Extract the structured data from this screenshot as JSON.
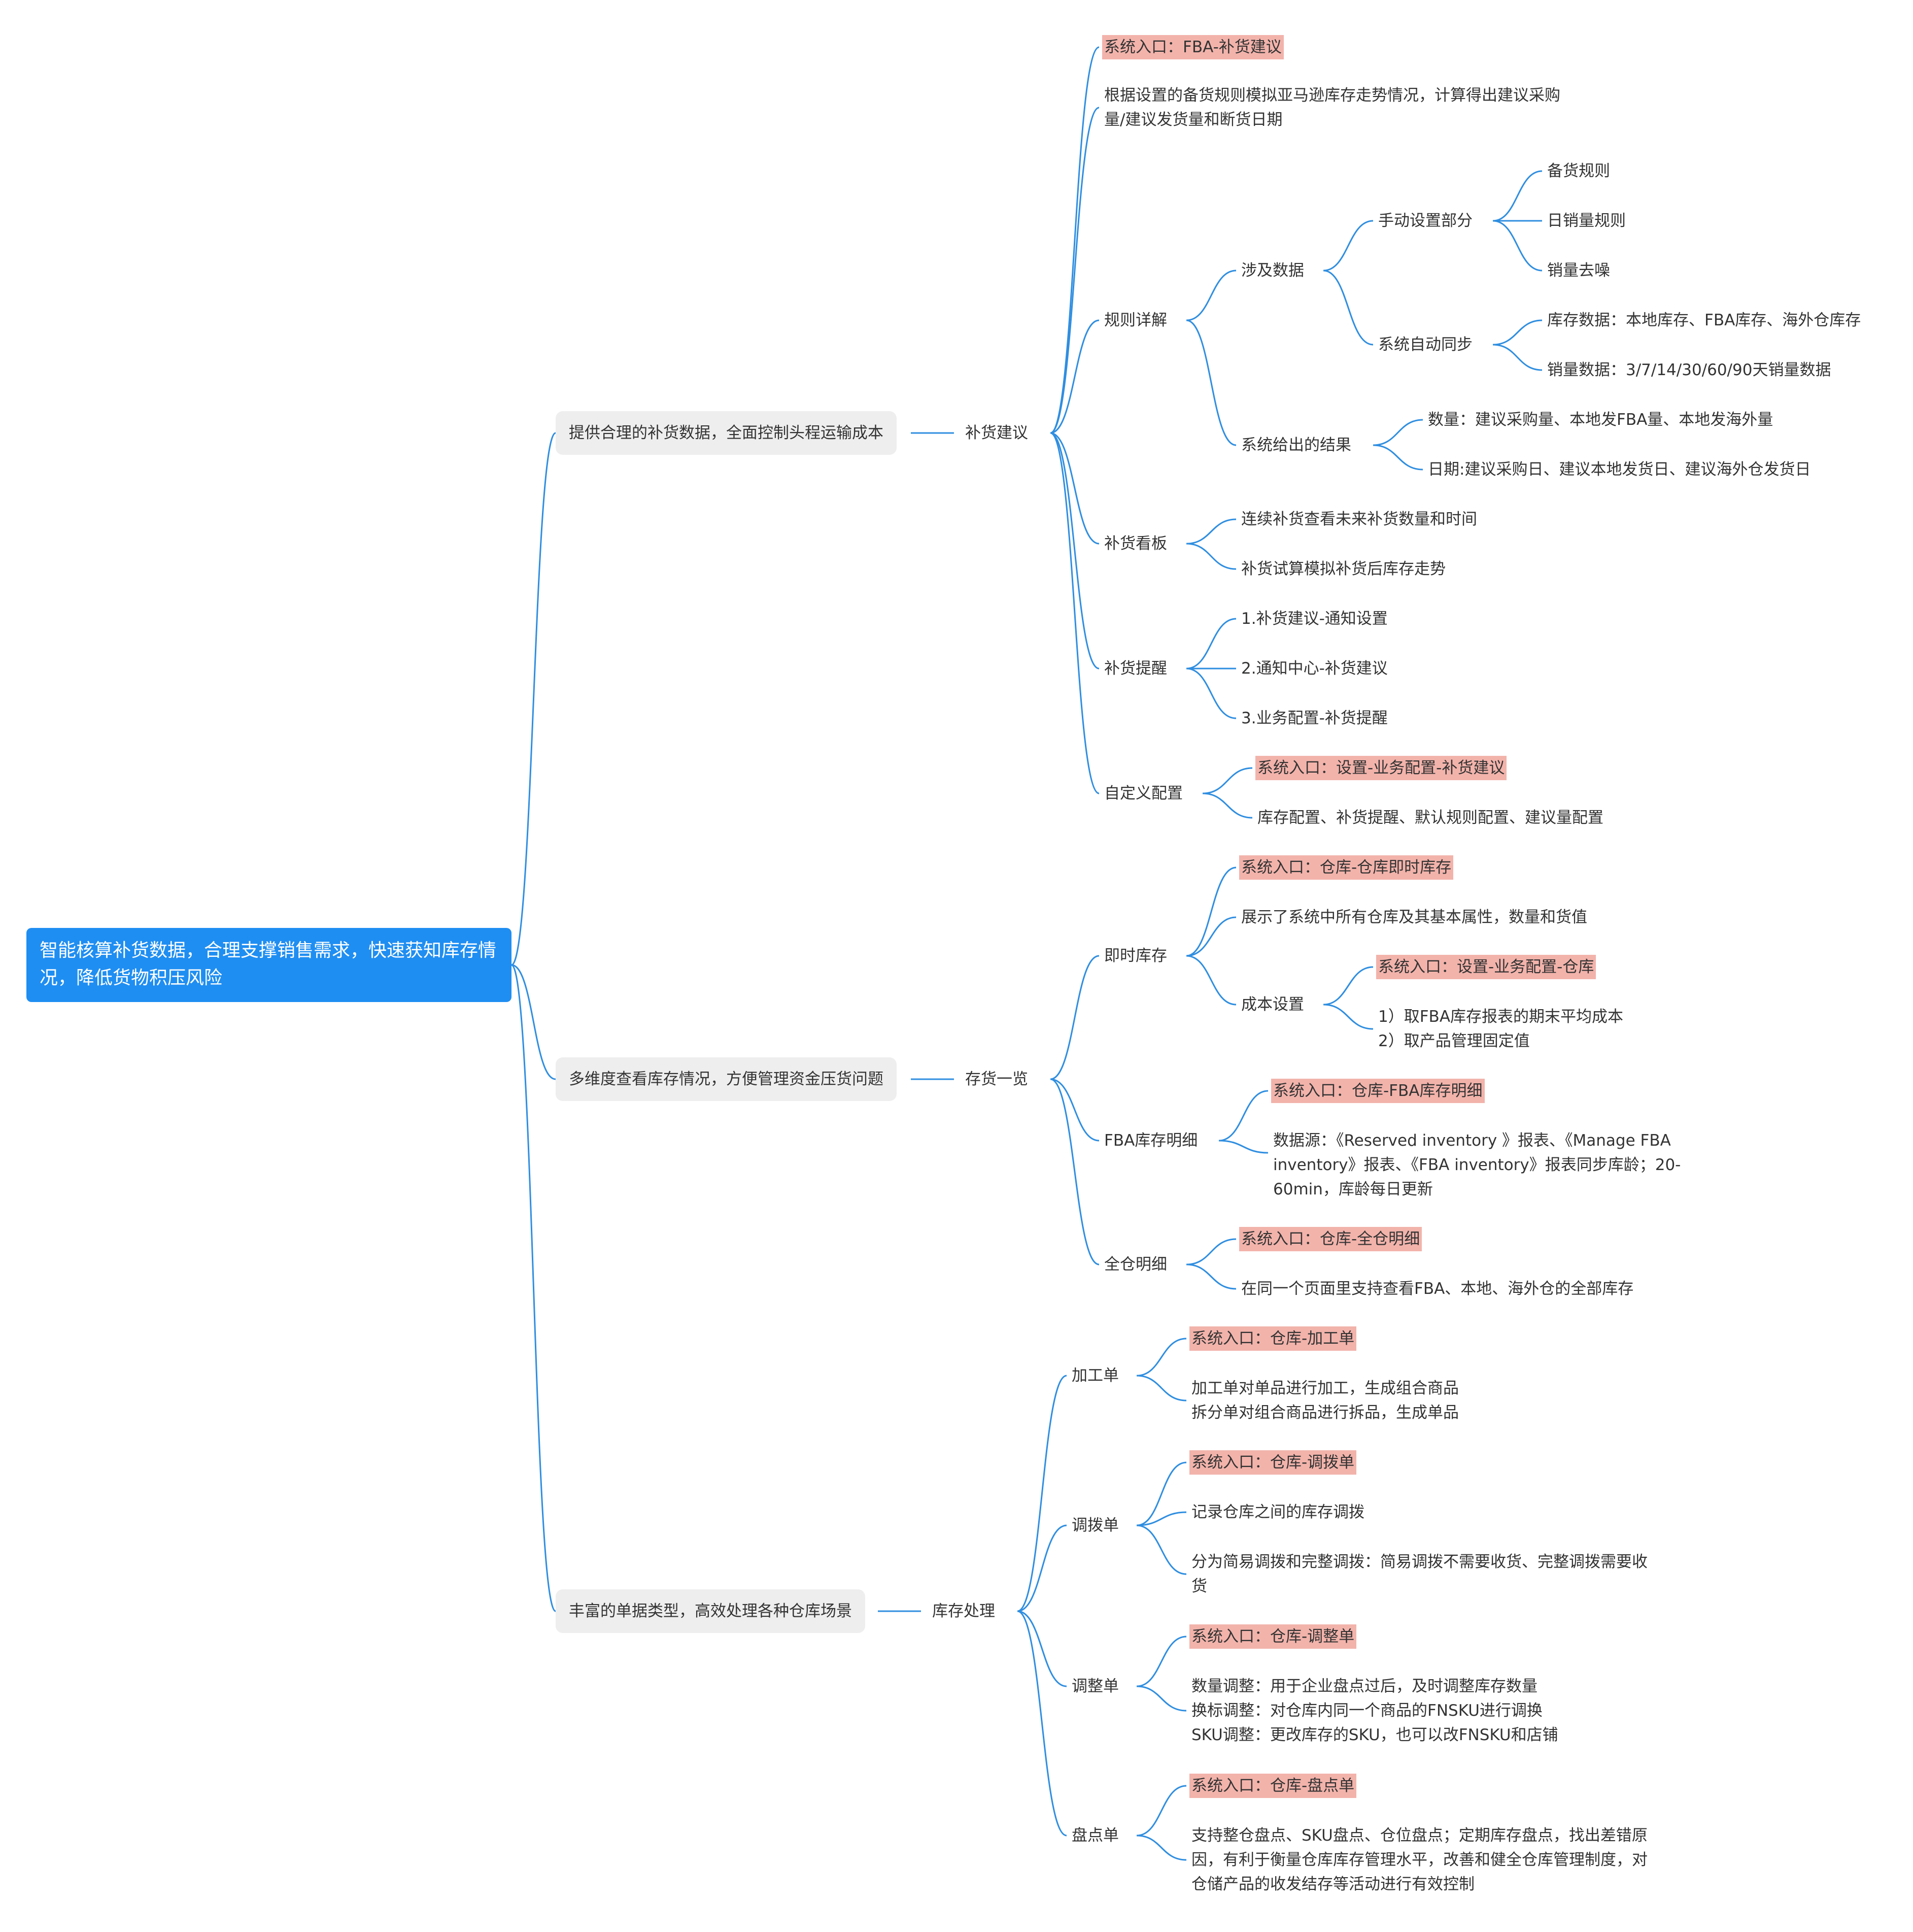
{
  "colors": {
    "line": "#2f8ee0",
    "root_fill": "#1f8ef2",
    "highlight": "#f2b3ab",
    "section_fill": "#eeeeee"
  },
  "root": "智能核算补货数据，合理支撑销售需求，快速获知库存情况，降低货物积压风险",
  "sections": [
    {
      "label": "提供合理的补货数据，全面控制头程运输成本",
      "topic": "补货建议",
      "children": [
        {
          "label": "系统入口：FBA-补货建议"
        },
        {
          "label": "根据设置的备货规则模拟亚马逊库存走势情况，计算得出建议采购量/建议发货量和断货日期"
        },
        {
          "label": "规则详解",
          "children": [
            {
              "label": "涉及数据",
              "children": [
                {
                  "label": "手动设置部分",
                  "children": [
                    "备货规则",
                    "日销量规则",
                    "销量去噪"
                  ]
                },
                {
                  "label": "系统自动同步",
                  "children": [
                    "库存数据：本地库存、FBA库存、海外仓库存",
                    "销量数据：3/7/14/30/60/90天销量数据"
                  ]
                }
              ]
            },
            {
              "label": "系统给出的结果",
              "children": [
                "数量：建议采购量、本地发FBA量、本地发海外量",
                "日期:建议采购日、建议本地发货日、建议海外仓发货日"
              ]
            }
          ]
        },
        {
          "label": "补货看板",
          "children": [
            "连续补货查看未来补货数量和时间",
            "补货试算模拟补货后库存走势"
          ]
        },
        {
          "label": "补货提醒",
          "children": [
            "1.补货建议-通知设置",
            "2.通知中心-补货建议",
            "3.业务配置-补货提醒"
          ]
        },
        {
          "label": "自定义配置",
          "children": [
            "系统入口：设置-业务配置-补货建议",
            "库存配置、补货提醒、默认规则配置、建议量配置"
          ]
        }
      ]
    },
    {
      "label": "多维度查看库存情况，方便管理资金压货问题",
      "topic": "存货一览",
      "children": [
        {
          "label": "即时库存",
          "children": [
            "系统入口：仓库-仓库即时库存",
            "展示了系统中所有仓库及其基本属性，数量和货值",
            {
              "label": "成本设置",
              "children": [
                "系统入口：设置-业务配置-仓库",
                "1）取FBA库存报表的期末平均成本\n2）取产品管理固定值"
              ]
            }
          ]
        },
        {
          "label": "FBA库存明细",
          "children": [
            "系统入口：仓库-FBA库存明细",
            "数据源：《Reserved inventory 》报表、《Manage FBA inventory》报表、《FBA inventory》报表同步库龄；20-60min，库龄每日更新"
          ]
        },
        {
          "label": "全仓明细",
          "children": [
            "系统入口：仓库-全仓明细",
            "在同一个页面里支持查看FBA、本地、海外仓的全部库存"
          ]
        }
      ]
    },
    {
      "label": "丰富的单据类型，高效处理各种仓库场景",
      "topic": "库存处理",
      "children": [
        {
          "label": "加工单",
          "children": [
            "系统入口：仓库-加工单",
            "加工单对单品进行加工，生成组合商品\n拆分单对组合商品进行拆品，生成单品"
          ]
        },
        {
          "label": "调拨单",
          "children": [
            "系统入口：仓库-调拨单",
            "记录仓库之间的库存调拨",
            "分为简易调拨和完整调拨：简易调拨不需要收货、完整调拨需要收货"
          ]
        },
        {
          "label": "调整单",
          "children": [
            "系统入口：仓库-调整单",
            "数量调整：用于企业盘点过后，及时调整库存数量\n换标调整：对仓库内同一个商品的FNSKU进行调换\nSKU调整：更改库存的SKU，也可以改FNSKU和店铺"
          ]
        },
        {
          "label": "盘点单",
          "children": [
            "系统入口：仓库-盘点单",
            "支持整仓盘点、SKU盘点、仓位盘点；定期库存盘点，找出差错原因，有利于衡量仓库库存管理水平，改善和健全仓库管理制度，对仓储产品的收发结存等活动进行有效控制"
          ]
        }
      ]
    }
  ]
}
